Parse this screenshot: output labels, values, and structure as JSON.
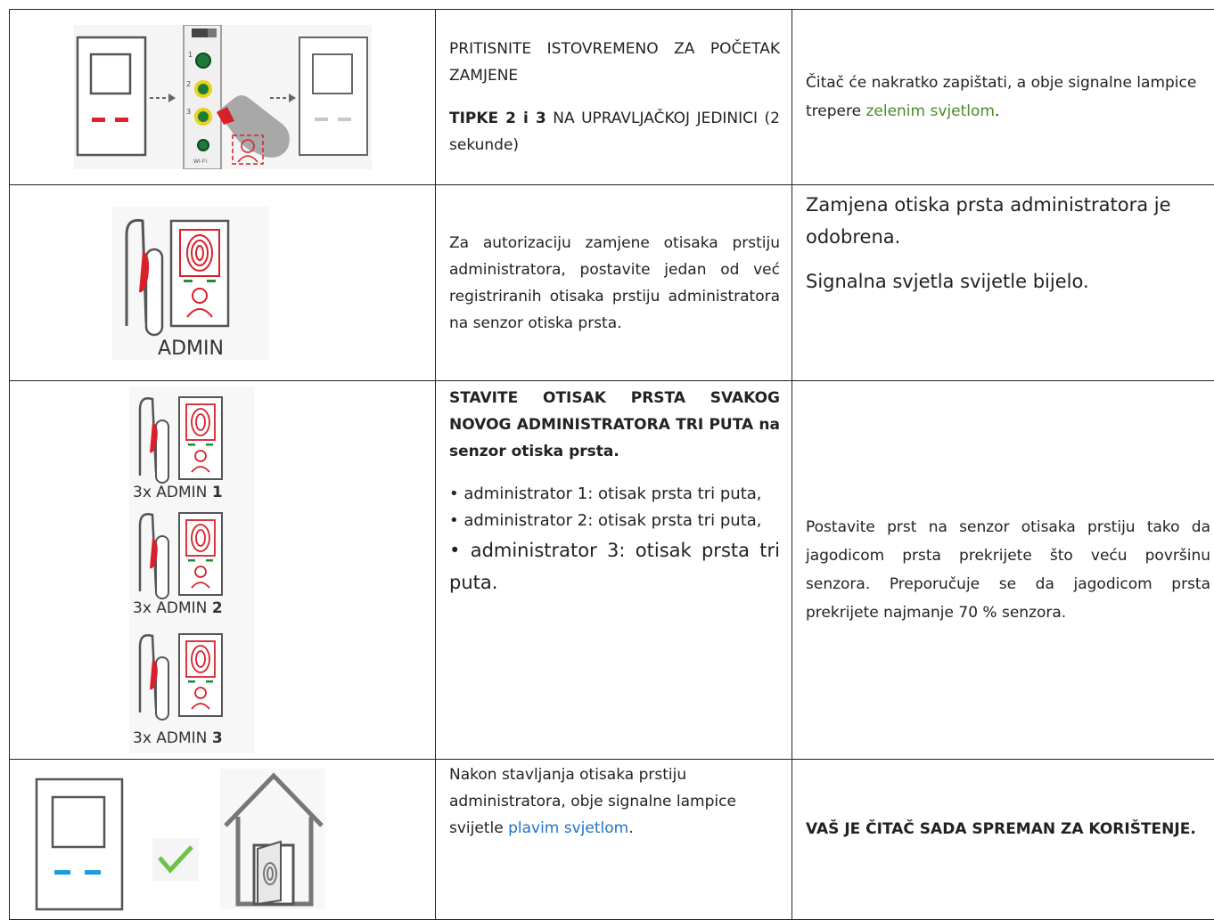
{
  "row1": {
    "instruction_line1": "PRITISNITE ISTOVREMENO ZA POČETAK ZAMJENE",
    "instruction_bold": "TIPKE 2 i 3",
    "instruction_rest": " NA UPRAVLJAČKOJ JEDINICI (2 sekunde)",
    "result_prefix": "Čitač će nakratko zapištati, a obje signalne lampice trepere ",
    "result_colored": "zelenim svjetlom",
    "result_suffix": ".",
    "button_labels": [
      "1",
      "2",
      "3"
    ],
    "wifi_label": "WI-FI"
  },
  "row2": {
    "instruction": "Za autorizaciju zamjene otisaka prstiju administratora, postavite jedan od već registriranih otisaka prstiju administratora na senzor otiska prsta.",
    "result_line1": "Zamjena otiska prsta administratora je odobrena.",
    "result_line2": "Signalna svjetla svijetle bijelo.",
    "image_label": "ADMIN"
  },
  "row3": {
    "instruction_bold": "STAVITE OTISAK PRSTA SVAKOG NOVOG ADMINISTRATORA TRI PUTA na senzor otiska prsta.",
    "bullets": [
      "• administrator 1: otisak prsta tri puta,",
      "• administrator 2: otisak prsta tri puta,",
      "• administrator 3: otisak prsta tri puta."
    ],
    "result": "Postavite prst na senzor otisaka prstiju tako da jagodicom prsta prekrijete što veću površinu senzora. Preporučuje se da jagodicom prsta prekrijete najmanje 70 % senzora.",
    "admin_labels": [
      {
        "prefix": "3x ADMIN ",
        "num": "1"
      },
      {
        "prefix": "3x ADMIN ",
        "num": "2"
      },
      {
        "prefix": "3x ADMIN ",
        "num": "3"
      }
    ]
  },
  "row4": {
    "instruction_prefix": "Nakon stavljanja otisaka prstiju administratora, obje signalne lampice svijetle ",
    "instruction_colored": "plavim svjetlom",
    "instruction_suffix": ".",
    "result_bold": "VAŠ JE ČITAČ SADA SPREMAN ZA KORIŠTENJE."
  },
  "colors": {
    "red_indicator": "#e0202a",
    "white_indicator": "#c8c8c8",
    "blue_indicator": "#1a9be0",
    "green_text": "#4a8a2a",
    "blue_text": "#1f72c6",
    "check": "#6cc24a",
    "button_green": "#1f7a3a",
    "button_yellow": "#e8d21a"
  }
}
